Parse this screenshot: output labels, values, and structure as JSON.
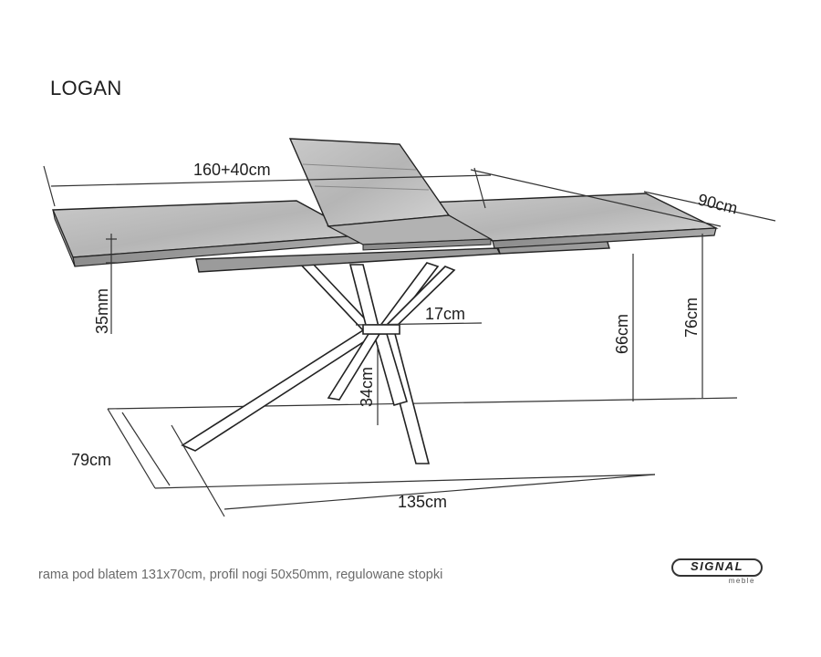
{
  "title": "LOGAN",
  "caption": "rama pod blatem 131x70cm, profil nogi 50x50mm, regulowane stopki",
  "brand": {
    "name": "SIGNAL",
    "sub": "meble"
  },
  "dimensions": {
    "length": "160+40cm",
    "depth": "90cm",
    "top_thickness": "35mm",
    "leg_profile": "17cm",
    "frame_height": "66cm",
    "total_height": "76cm",
    "leg_height": "34cm",
    "base_depth": "79cm",
    "base_length": "135cm"
  }
}
